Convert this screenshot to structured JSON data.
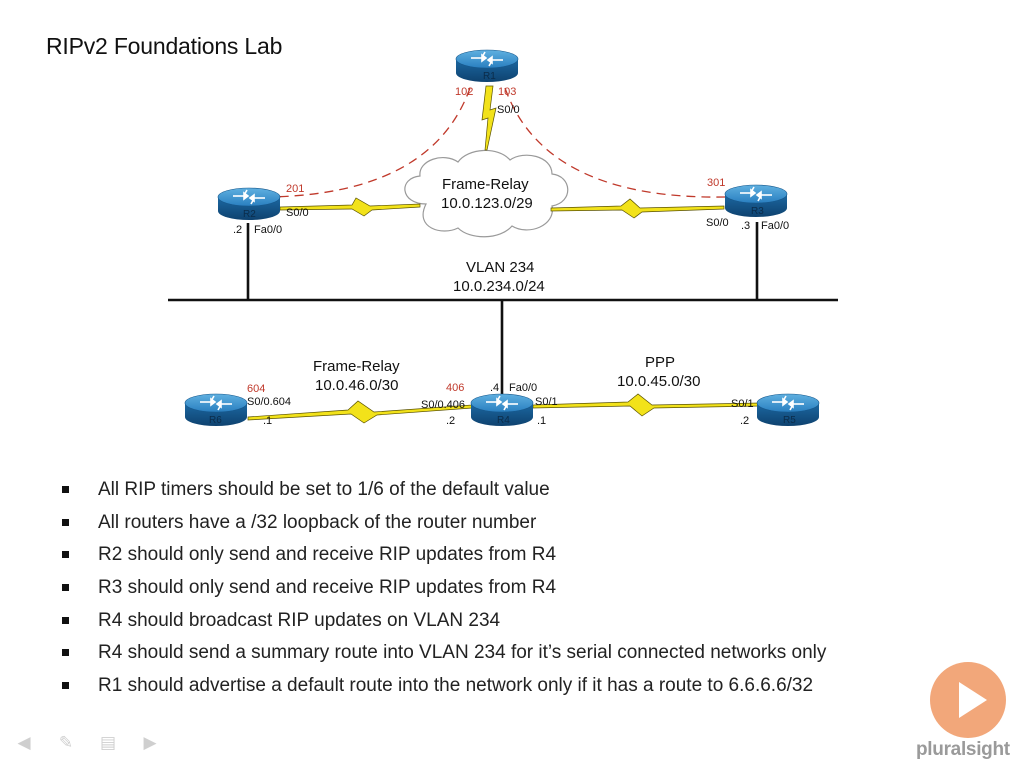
{
  "slide": {
    "title": "RIPv2 Foundations Lab"
  },
  "routers": [
    {
      "id": "r1",
      "name": "R1"
    },
    {
      "id": "r2",
      "name": "R2"
    },
    {
      "id": "r3",
      "name": "R3"
    },
    {
      "id": "r4",
      "name": "R4"
    },
    {
      "id": "r5",
      "name": "R5"
    },
    {
      "id": "r6",
      "name": "R6"
    }
  ],
  "clouds": {
    "frame_relay_top": {
      "line1": "Frame-Relay",
      "line2": "10.0.123.0/29"
    }
  },
  "networks": {
    "vlan": {
      "line1": "VLAN 234",
      "line2": "10.0.234.0/24"
    },
    "fr_bottom": {
      "line1": "Frame-Relay",
      "line2": "10.0.46.0/30"
    },
    "ppp": {
      "line1": "PPP",
      "line2": "10.0.45.0/30"
    }
  },
  "dlci": {
    "r1_102": "102",
    "r1_103": "103",
    "r2_201": "201",
    "r3_301": "301",
    "r6_604": "604",
    "r4_406": "406"
  },
  "interfaces": {
    "r1_s00": "S0/0",
    "r2_s00": "S0/0",
    "r2_fa00": "Fa0/0",
    "r2_host": ".2",
    "r3_s00": "S0/0",
    "r3_fa00": "Fa0/0",
    "r3_host": ".3",
    "r4_host_lan": ".4",
    "r4_fa00": "Fa0/0",
    "r4_s00406": "S0/0.406",
    "r4_host_fr": ".2",
    "r4_s01": "S0/1",
    "r4_host_ppp": ".1",
    "r6_s00604": "S0/0.604",
    "r6_host": ".1",
    "r5_s01": "S0/1",
    "r5_host": ".2"
  },
  "bullets": [
    "All RIP timers should be set to 1/6 of the default value",
    "All routers have a /32 loopback of the router number",
    "R2 should only send and receive RIP updates from R4",
    "R3 should only send and receive RIP updates from R4",
    "R4 should broadcast RIP updates on VLAN 234",
    "R4 should send a summary route into VLAN 234 for it’s serial connected networks only",
    "R1 should advertise a default route into the network only if it has a route to 6.6.6.6/32"
  ],
  "nav": {
    "prev_icon": "arrow-left-icon",
    "pen_icon": "pen-icon",
    "notes_icon": "notes-icon",
    "next_icon": "arrow-right-icon",
    "play_icon": "play-icon"
  },
  "brand": {
    "logo_text": "pluralsight"
  },
  "colors": {
    "router_body": "#1e6fa8",
    "router_top": "#3d95cf",
    "serial_link": "#f2e21a",
    "pvc_dashed": "#c0392b",
    "play_button": "#f2a77a"
  }
}
